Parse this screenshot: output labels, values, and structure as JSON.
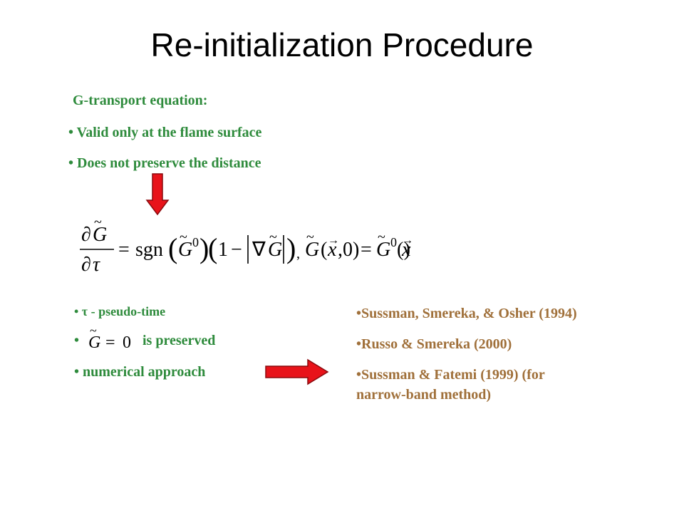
{
  "slide": {
    "title": "Re-initialization Procedure"
  },
  "top_block": {
    "heading": "G-transport equation:",
    "bullets": [
      "• Valid only at the flame surface",
      "• Does not preserve the distance"
    ]
  },
  "equation": {
    "main": "∂G̃/∂τ = sgn(G̃⁰)(1 − |∇G̃|),  G̃(x⃗,0) = G̃⁰(x⃗)"
  },
  "lower_left": {
    "bullet_tau": "• τ - pseudo-time",
    "bullet_preserved_prefix": "•",
    "bullet_preserved_text": "is preserved",
    "bullet_numerical": "• numerical approach"
  },
  "inline_formula": "G̃ = 0",
  "references": [
    "•Sussman, Smereka, & Osher (1994)",
    "•Russo & Smereka (2000)",
    "•Sussman & Fatemi (1999) (for",
    "narrow-band method)"
  ],
  "colors": {
    "green": "#2e8b3c",
    "brown": "#a0703a",
    "arrow_red": "#e8131a"
  }
}
